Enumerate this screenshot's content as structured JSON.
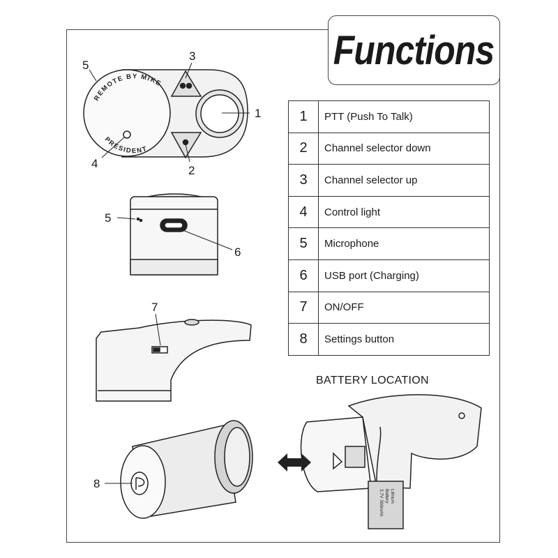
{
  "title": "Functions",
  "functions": [
    {
      "number": "1",
      "label": "PTT (Push To Talk)"
    },
    {
      "number": "2",
      "label": "Channel selector down"
    },
    {
      "number": "3",
      "label": "Channel selector up"
    },
    {
      "number": "4",
      "label": "Control light"
    },
    {
      "number": "5",
      "label": "Microphone"
    },
    {
      "number": "6",
      "label": "USB port (Charging)"
    },
    {
      "number": "7",
      "label": "ON/OFF"
    },
    {
      "number": "8",
      "label": "Settings button"
    }
  ],
  "battery_location_label": "BATTERY LOCATION",
  "device_text": {
    "top_engraving": "REMOTE BY MIKE",
    "brand_engraving": "PRESIDENT",
    "battery_sticker": [
      "Lithium",
      "Battery",
      "3.7V 300mAh"
    ]
  },
  "callouts": [
    "1",
    "2",
    "3",
    "4",
    "5",
    "5",
    "6",
    "7",
    "8"
  ]
}
